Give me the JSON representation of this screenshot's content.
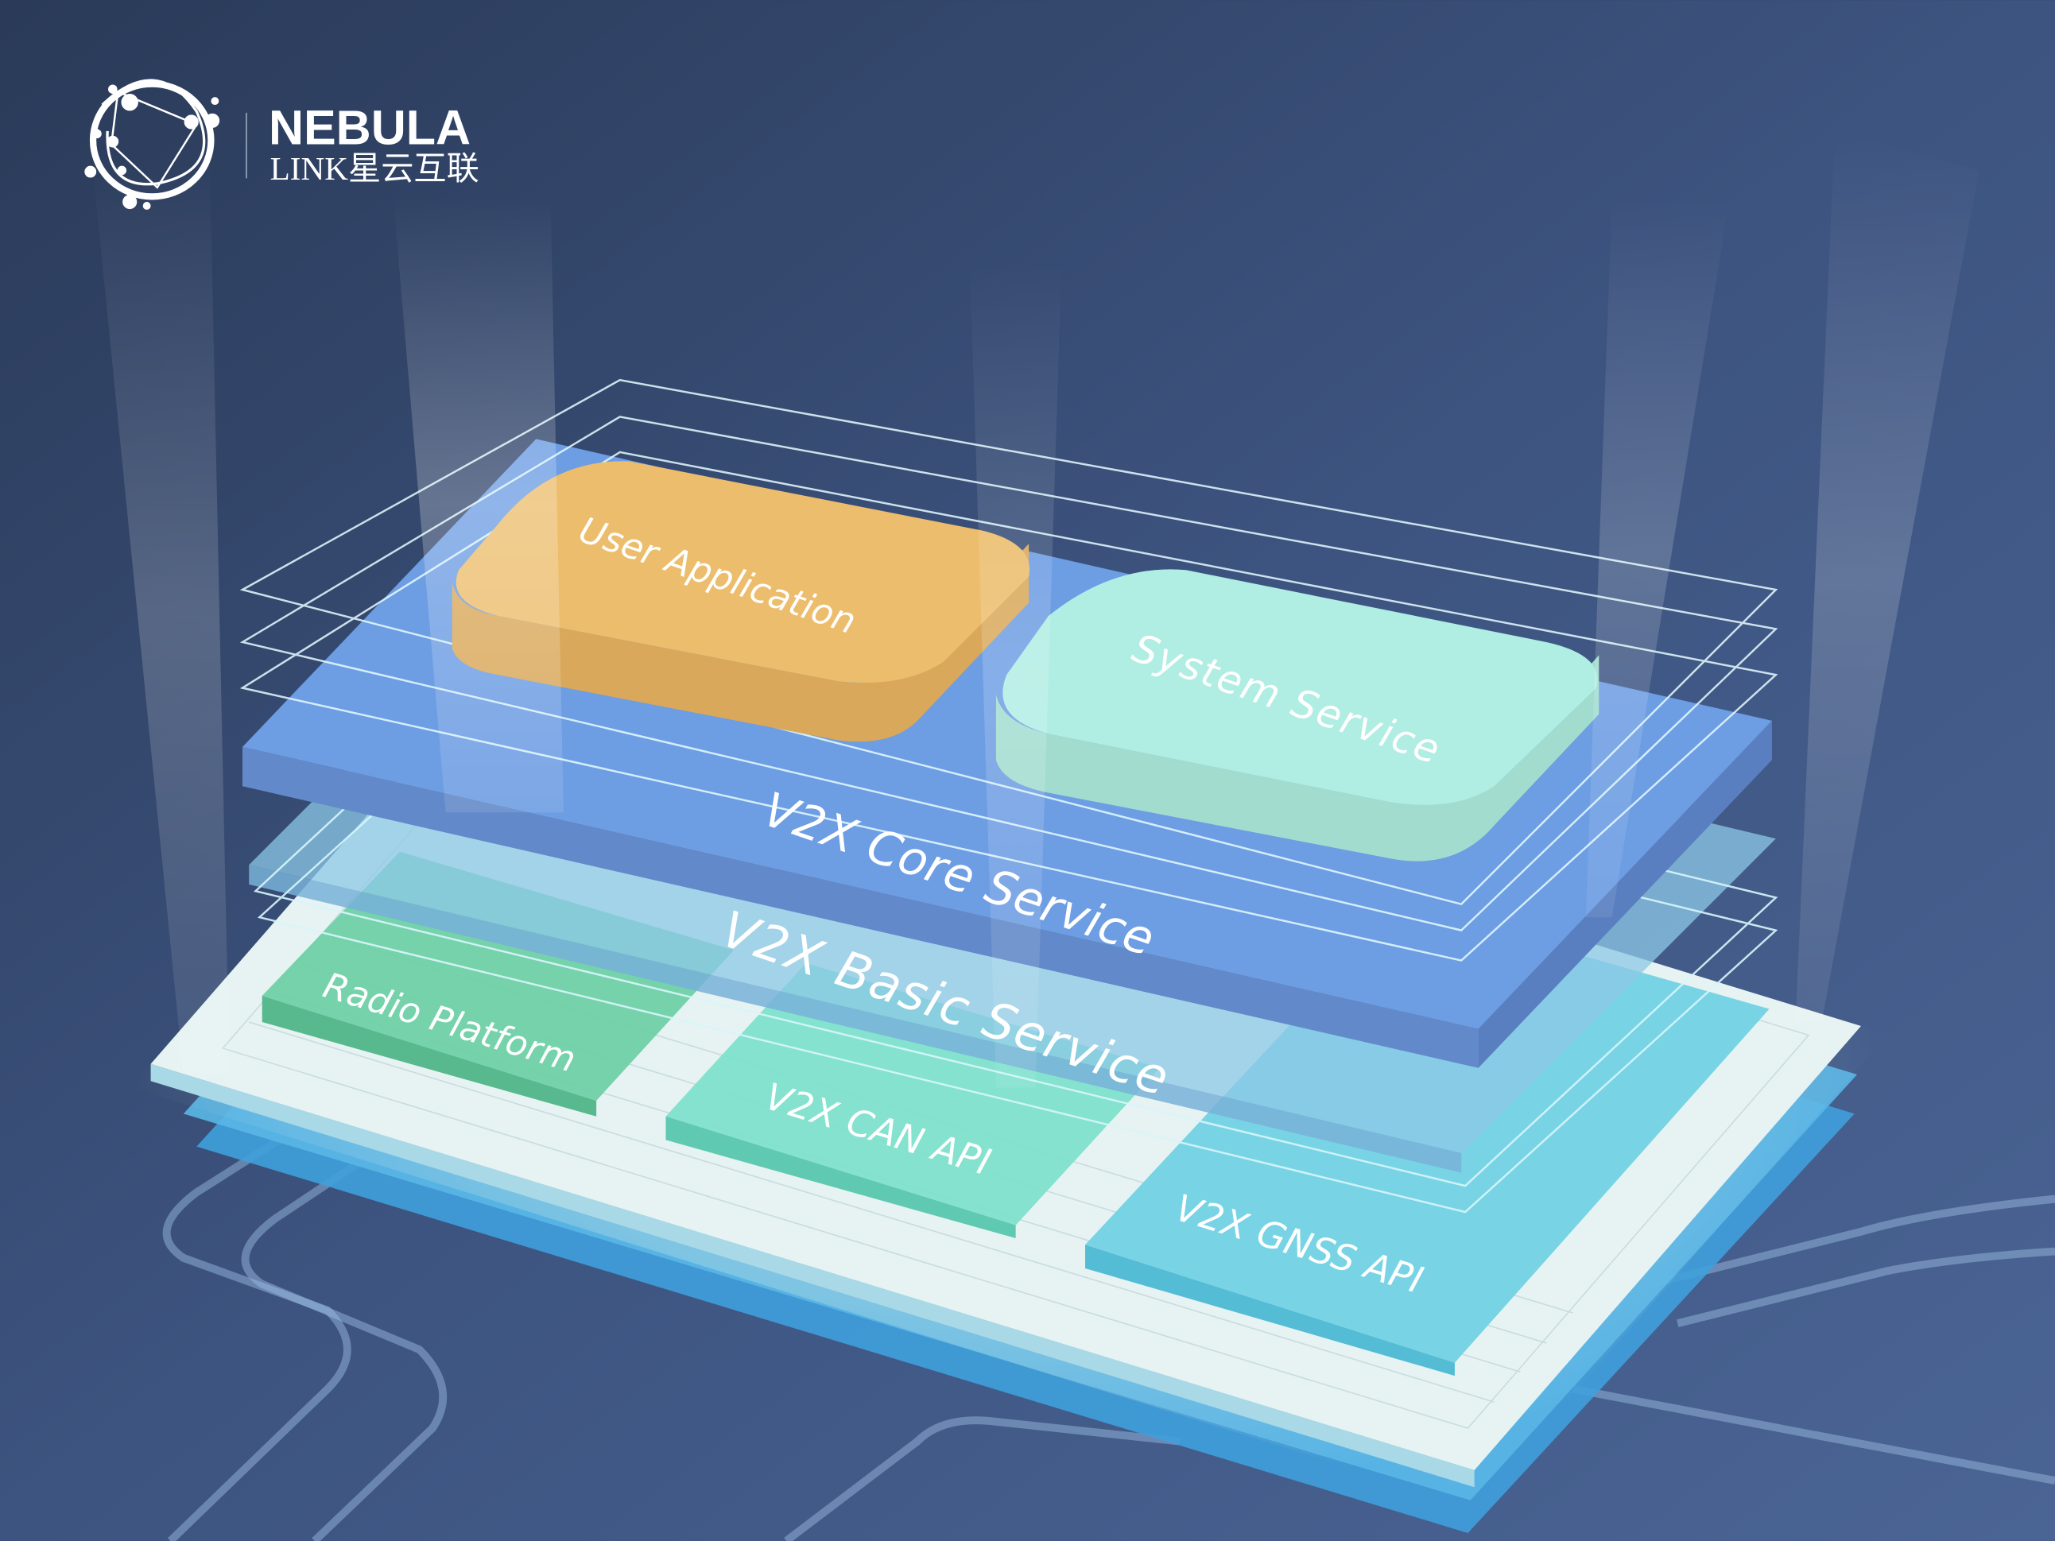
{
  "logo": {
    "brand_top": "NEBULA",
    "brand_bottom": "LINK星云互联"
  },
  "layers": {
    "user_application": "User Application",
    "system_service": "System Service",
    "core_service": "V2X Core Service",
    "basic_service": "V2X Basic Service",
    "radio_platform": "Radio Platform",
    "can_api": "V2X CAN API",
    "gnss_api": "V2X GNSS API"
  },
  "colors": {
    "background": "#34496f",
    "core_service": "#6d9de3",
    "basic_service": "#8cc8e6",
    "user_application": "#ecbd6c",
    "system_service": "#b0ede3",
    "radio_platform": "#6fd0a6",
    "can_api": "#7ee0cc",
    "gnss_api": "#72d2e4",
    "board": "#eef6f4"
  }
}
